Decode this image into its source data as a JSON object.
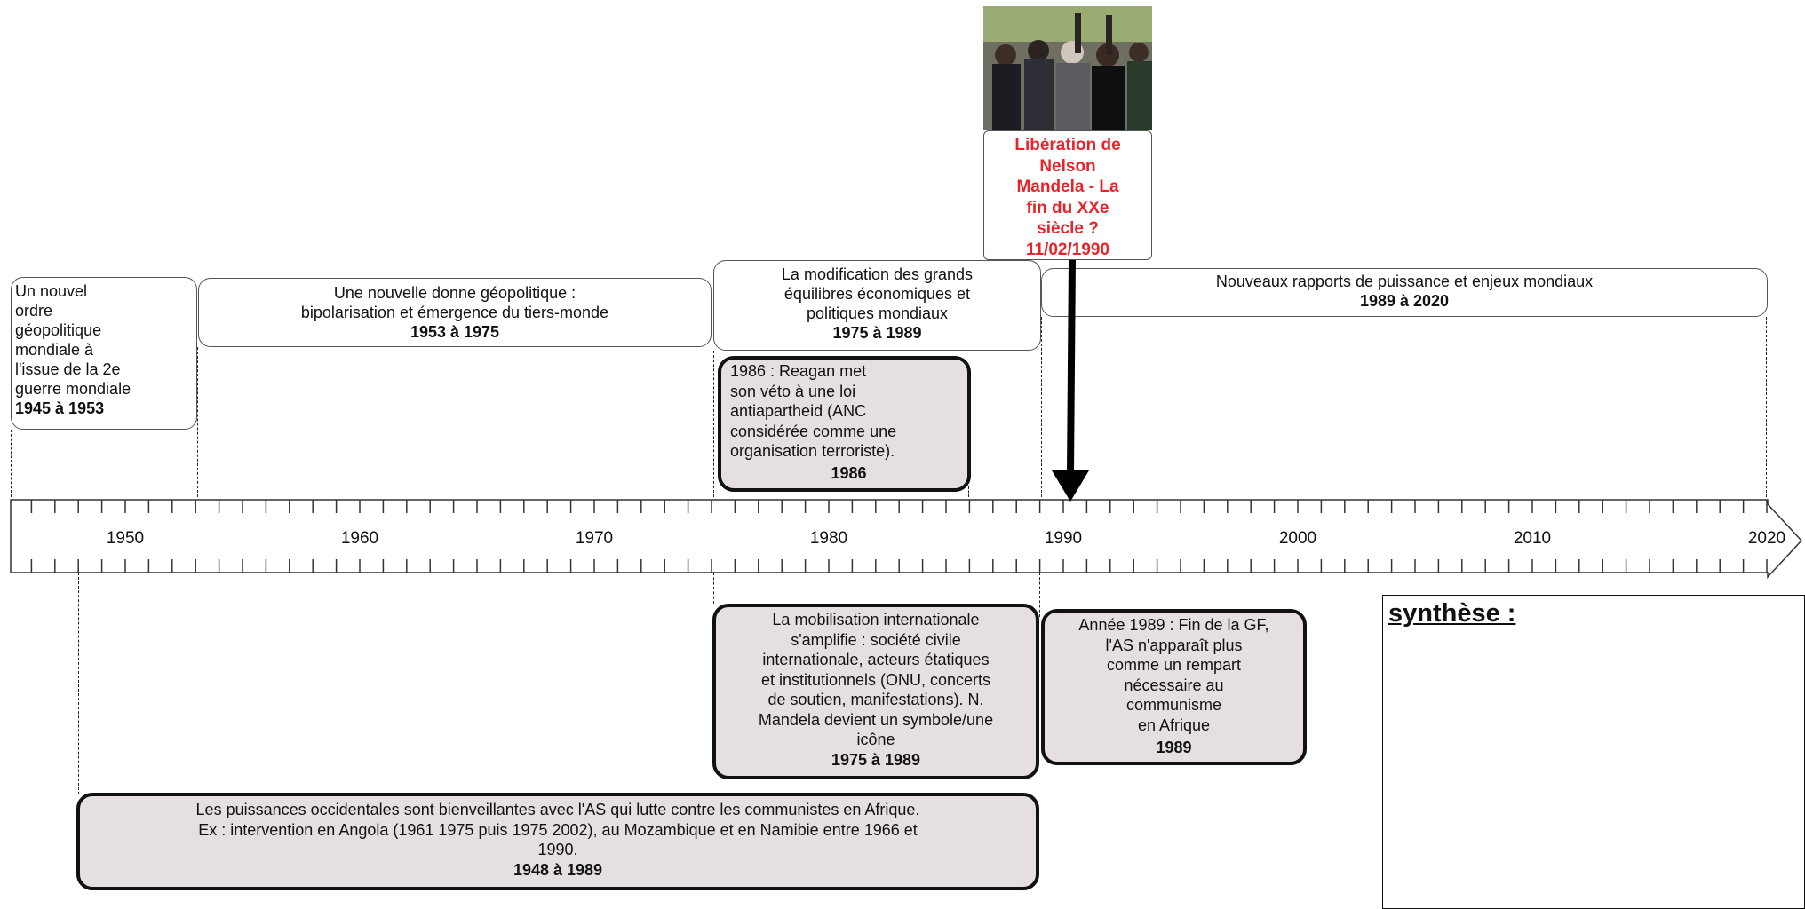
{
  "periods": [
    {
      "lines": [
        "Un nouvel",
        "ordre",
        "géopolitique",
        "mondiale à",
        "l'issue de la 2e",
        "guerre mondiale"
      ],
      "date": "1945 à 1953"
    },
    {
      "lines": [
        "Une nouvelle donne géopolitique :",
        "bipolarisation et émergence du tiers-monde"
      ],
      "date": "1953 à 1975"
    },
    {
      "lines": [
        "La modification des grands",
        "équilibres économiques et",
        "politiques mondiaux"
      ],
      "date": "1975 à 1989"
    },
    {
      "lines": [
        "Nouveaux rapports de puissance et enjeux mondiaux"
      ],
      "date": "1989 à 2020"
    }
  ],
  "events": [
    {
      "lines": [
        "1986 : Reagan met",
        "son véto à une loi",
        "antiapartheid (ANC",
        "considérée comme une",
        "organisation terroriste)."
      ],
      "date": "1986"
    },
    {
      "lines": [
        "La mobilisation internationale",
        "s'amplifie : société civile",
        "internationale, acteurs étatiques",
        "et institutionnels (ONU, concerts",
        "de soutien, manifestations). N.",
        "Mandela devient un symbole/une",
        "icône"
      ],
      "date": "1975 à 1989"
    },
    {
      "lines": [
        "Année 1989 : Fin de la GF,",
        "l'AS n'apparaît plus",
        "comme un rempart",
        "nécessaire au",
        "communisme",
        "en Afrique"
      ],
      "date": "1989"
    },
    {
      "lines": [
        "Les puissances occidentales sont bienveillantes avec l'AS qui lutte contre les communistes en Afrique.",
        "Ex : intervention en Angola (1961 1975 puis 1975 2002), au Mozambique et en Namibie entre 1966 et",
        "1990."
      ],
      "date": "1948 à 1989"
    }
  ],
  "highlight": {
    "lines": [
      "Libération de",
      "Nelson",
      "Mandela - La",
      "fin du XXe",
      "siècle ?"
    ],
    "date": "11/02/1990",
    "color": "#e8242b"
  },
  "axis": {
    "year_labels": [
      "1950",
      "1960",
      "1970",
      "1980",
      "1990",
      "2000",
      "2010",
      "2020"
    ]
  },
  "synthese": {
    "title": "synthèse :"
  }
}
